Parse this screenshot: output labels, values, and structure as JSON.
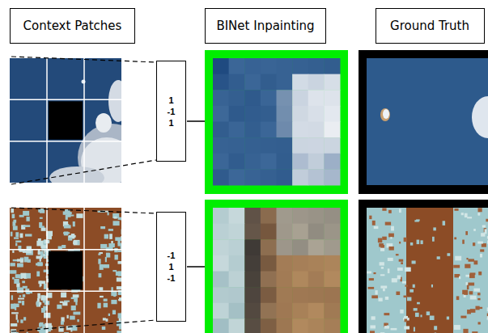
{
  "diagram": {
    "nodes": [
      {
        "text": [
          "Context Patches"
        ]
      },
      {
        "text": [
          "BINet Inpainting"
        ]
      },
      {
        "text": [
          "Ground Truth"
        ]
      },
      {
        "text": [
          "1 -1 1"
        ]
      },
      {
        "text": [
          "-1 1 -1"
        ]
      }
    ]
  }
}
